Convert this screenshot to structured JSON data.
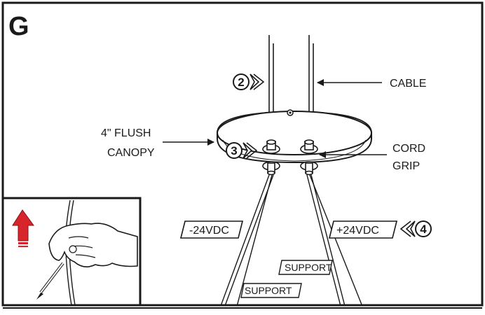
{
  "step_letter": "G",
  "labels": {
    "cable": "CABLE",
    "canopy_line1": "4\" FLUSH",
    "canopy_line2": "CANOPY",
    "cord_grip_line1": "CORD",
    "cord_grip_line2": "GRIP",
    "neg_voltage": "-24VDC",
    "pos_voltage": "+24VDC",
    "support_1": "SUPPORT",
    "support_2": "SUPPORT"
  },
  "step_numbers": {
    "cable_step": "2",
    "canopy_step": "3",
    "wire_step": "4"
  },
  "icons": {
    "inset": "hand-pulling-wire-icon",
    "arrow": "red-up-arrow-icon"
  },
  "colors": {
    "line": "#1a1a1a",
    "arrow_red": "#d7262b"
  }
}
